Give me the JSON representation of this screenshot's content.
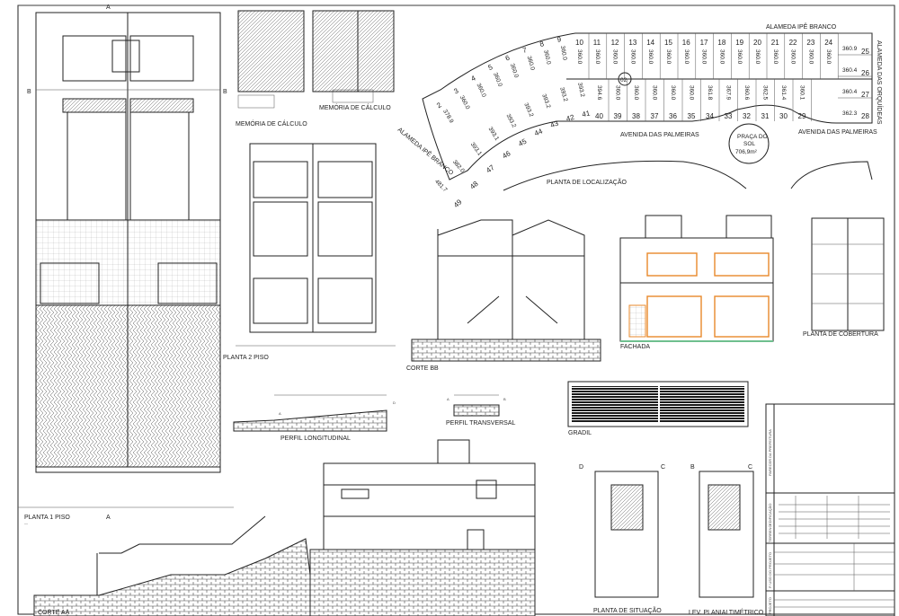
{
  "sheet": {
    "titles": {
      "planta_1": "PLANTA 1 PISO",
      "planta_2": "PLANTA 2 PISO",
      "corte_aa": "CORTE AA",
      "corte_bb": "CORTE BB",
      "fachada": "FACHADA",
      "cobertura": "PLANTA DE COBERTURA",
      "gradil": "GRADIL",
      "perfil_long": "PERFIL LONGITUDINAL",
      "perfil_trans": "PERFIL TRANSVERSAL",
      "memoria_1": "MEMÓRIA DE CÁLCULO",
      "memoria_2": "MEMÓRIA DE CÁLCULO",
      "localizacao": "PLANTA DE LOCALIZAÇÃO",
      "situacao": "PLANTA DE SITUAÇÃO",
      "planialtimetrico": "LEV. PLANIALTIMÉTRICO"
    },
    "section_marks": {
      "a": "A",
      "b": "B",
      "c": "C",
      "d": "D"
    },
    "title_block": {
      "parecer": "PARECER DA PREFEITURA",
      "edificacao": "EDIFICAÇÃO",
      "terreno": "TERRENO",
      "uso": "P. USO DO PROJETO",
      "projeto": "PROJETO"
    }
  },
  "localizacao": {
    "streets": {
      "ipe_top": "ALAMEDA IPÊ BRANCO",
      "ipe_left": "ALAMEDA IPÊ BRANCO",
      "orquideas": "ALAMEDA DAS ORQUÍDEAS",
      "palmeiras_1": "AVENIDA DAS PALMEIRAS",
      "palmeiras_2": "AVENIDA DAS PALMEIRAS"
    },
    "praca": {
      "line1": "PRAÇA DO",
      "line2": "SOL",
      "area": "706,9m²"
    },
    "block_number": "02",
    "lots_top": [
      {
        "n": "10",
        "a": "360.0"
      },
      {
        "n": "11",
        "a": "360.0"
      },
      {
        "n": "12",
        "a": "360.0"
      },
      {
        "n": "13",
        "a": "360.0"
      },
      {
        "n": "14",
        "a": "360.0"
      },
      {
        "n": "15",
        "a": "360.0"
      },
      {
        "n": "16",
        "a": "360.0"
      },
      {
        "n": "17",
        "a": "360.0"
      },
      {
        "n": "18",
        "a": "360.0"
      },
      {
        "n": "19",
        "a": "360.0"
      },
      {
        "n": "20",
        "a": "360.0"
      },
      {
        "n": "21",
        "a": "360.0"
      },
      {
        "n": "22",
        "a": "360.0"
      },
      {
        "n": "23",
        "a": "360.0"
      },
      {
        "n": "24",
        "a": "360.0"
      }
    ],
    "lots_bottom": [
      {
        "n": "40",
        "a": "394.6"
      },
      {
        "n": "39",
        "a": "360.0"
      },
      {
        "n": "38",
        "a": "360.0"
      },
      {
        "n": "37",
        "a": "360.0"
      },
      {
        "n": "36",
        "a": "360.0"
      },
      {
        "n": "35",
        "a": "360.0"
      },
      {
        "n": "34",
        "a": "361.8"
      },
      {
        "n": "33",
        "a": "367.9"
      },
      {
        "n": "32",
        "a": "360.6"
      },
      {
        "n": "31",
        "a": "362.5"
      },
      {
        "n": "30",
        "a": "361.4"
      },
      {
        "n": "29",
        "a": "360.1"
      }
    ],
    "lots_right": [
      {
        "n": "25",
        "a": "360.9"
      },
      {
        "n": "26",
        "a": "360.4"
      },
      {
        "n": "27",
        "a": "360.4"
      },
      {
        "n": "28",
        "a": "362.3"
      }
    ],
    "lots_curve_top": [
      {
        "n": "9",
        "a": "360.0"
      },
      {
        "n": "8",
        "a": "360.0"
      },
      {
        "n": "7",
        "a": "360.0"
      },
      {
        "n": "6",
        "a": "360.0"
      },
      {
        "n": "5",
        "a": "360.0"
      },
      {
        "n": "4",
        "a": "360.0"
      },
      {
        "n": "3",
        "a": "360.0"
      },
      {
        "n": "2",
        "a": "378.9"
      }
    ],
    "lots_curve_bottom": [
      {
        "n": "41",
        "a": "393.2"
      },
      {
        "n": "42",
        "a": "393.2"
      },
      {
        "n": "43",
        "a": "393.2"
      },
      {
        "n": "44",
        "a": "393.2"
      },
      {
        "n": "45",
        "a": "393.2"
      },
      {
        "n": "46",
        "a": "393.1"
      },
      {
        "n": "47",
        "a": "393.1"
      },
      {
        "n": "48",
        "a": "382.0"
      },
      {
        "n": "49",
        "a": "481.7"
      }
    ]
  },
  "colors": {
    "ink": "#222222",
    "facade_frame": "#e8892b",
    "facade_ground": "#6fbf8f",
    "gradil": "#1a1a1a"
  }
}
